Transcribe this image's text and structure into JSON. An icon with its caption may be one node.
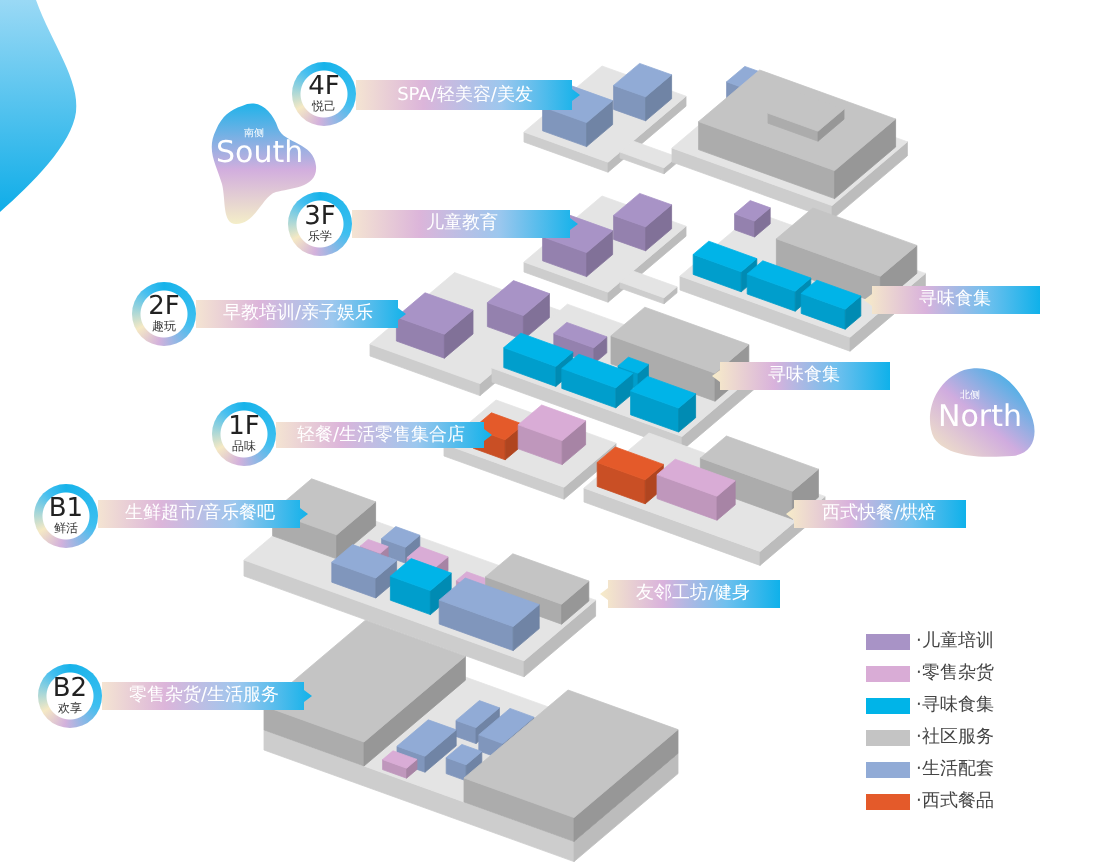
{
  "diagram": {
    "nodes": [
      {
        "text": [
          "4F",
          "悦己"
        ]
      },
      {
        "text": [
          "SPA/轻美容/美发"
        ]
      },
      {
        "text": [
          "南侧",
          "South"
        ]
      },
      {
        "text": [
          "3F",
          "乐学"
        ]
      },
      {
        "text": [
          "儿童教育"
        ]
      },
      {
        "text": [
          "寻味食集"
        ]
      },
      {
        "text": [
          "2F",
          "趣玩"
        ]
      },
      {
        "text": [
          "早教培训/亲子娱乐"
        ]
      },
      {
        "text": [
          "寻味食集"
        ]
      },
      {
        "text": [
          "北侧",
          "North"
        ]
      },
      {
        "text": [
          "1F",
          "品味"
        ]
      },
      {
        "text": [
          "轻餐/生活零售集合店"
        ]
      },
      {
        "text": [
          "B1",
          "鲜活"
        ]
      },
      {
        "text": [
          "生鲜超市/音乐餐吧"
        ]
      },
      {
        "text": [
          "西式快餐/烘焙"
        ]
      },
      {
        "text": [
          "友邻工坊/健身"
        ]
      },
      {
        "text": [
          "B2",
          "欢享"
        ]
      },
      {
        "text": [
          "零售杂货/生活服务"
        ]
      }
    ],
    "legend": [
      {
        "text": "·儿童培训",
        "color": "#a893c6"
      },
      {
        "text": "·零售杂货",
        "color": "#d9acd6"
      },
      {
        "text": "·寻味食集",
        "color": "#00b4e8"
      },
      {
        "text": "·社区服务",
        "color": "#c4c4c4"
      },
      {
        "text": "·生活配套",
        "color": "#91abd6"
      },
      {
        "text": "·西式餐品",
        "color": "#e45a2a"
      }
    ]
  }
}
